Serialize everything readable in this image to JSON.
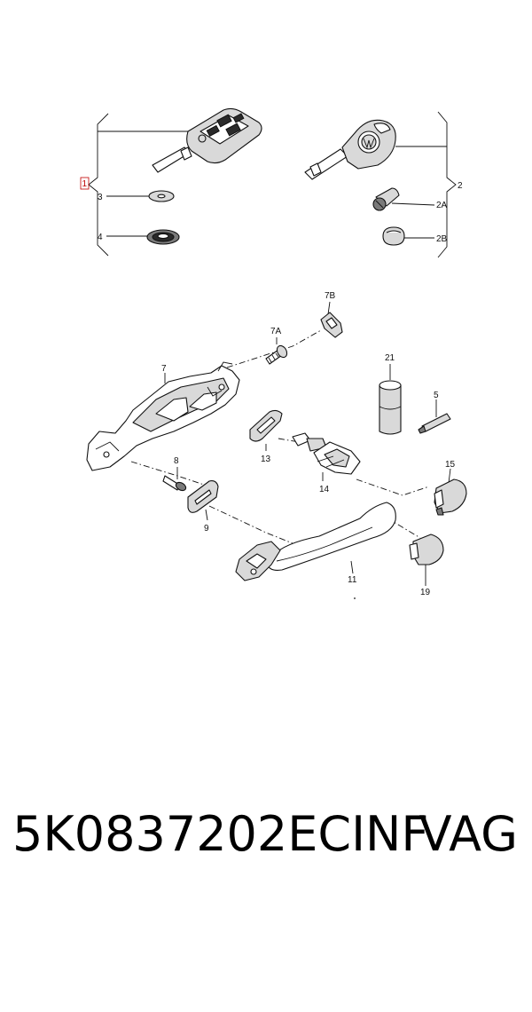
{
  "callouts": {
    "c1": "1",
    "c2": "2",
    "c2A": "2A",
    "c2B": "2B",
    "c3": "3",
    "c4": "4",
    "c5": "5",
    "c7": "7",
    "c7A": "7A",
    "c7B": "7B",
    "c8": "8",
    "c9": "9",
    "c11": "11",
    "c13": "13",
    "c14": "14",
    "c15": "15",
    "c19": "19",
    "c21": "21"
  },
  "footer": {
    "part_number": "5K0837202ECINF",
    "brand": "VAG"
  },
  "colors": {
    "callout_highlight": "#c00000",
    "line": "#111111"
  }
}
